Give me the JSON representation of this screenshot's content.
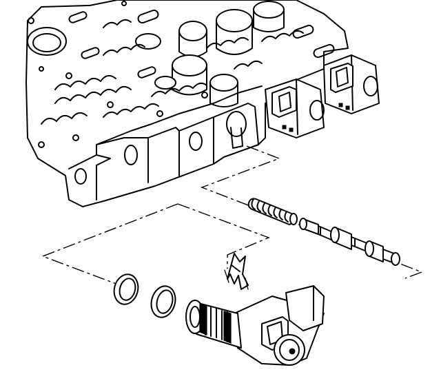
{
  "diagram": {
    "parts": [
      {
        "name": "valve-body-housing"
      },
      {
        "name": "solenoid-left"
      },
      {
        "name": "solenoid-right"
      },
      {
        "name": "valve-spring"
      },
      {
        "name": "spool-valve"
      },
      {
        "name": "retaining-clip"
      },
      {
        "name": "o-ring-outer"
      },
      {
        "name": "o-ring-inner"
      },
      {
        "name": "pressure-control-solenoid"
      }
    ],
    "colors": {
      "ink": "#000000",
      "paper": "#ffffff"
    }
  }
}
